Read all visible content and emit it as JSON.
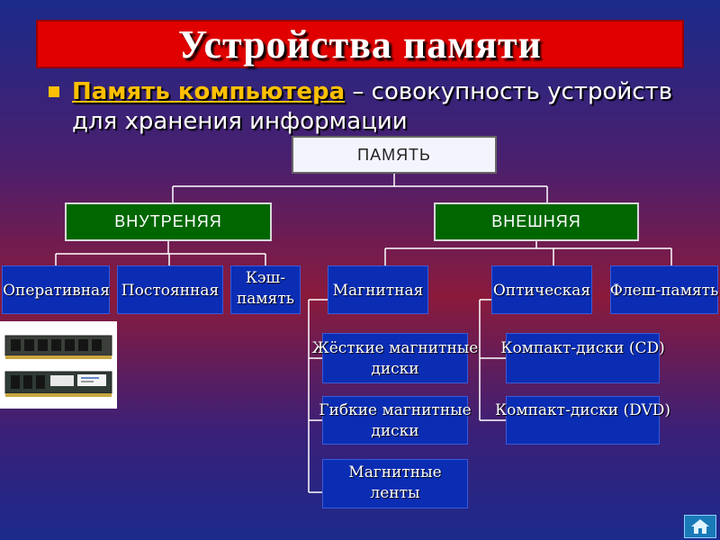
{
  "slide": {
    "title": "Устройства памяти",
    "definition_term": "Память компьютера",
    "definition_rest": " – совокупность устройств для хранения информации"
  },
  "diagram": {
    "root": "ПАМЯТЬ",
    "internal": {
      "label": "ВНУТРЕНЯЯ",
      "children": [
        "Оперативная",
        "Постоянная",
        "Кэш-память"
      ]
    },
    "external": {
      "label": "ВНЕШНЯЯ",
      "children": [
        "Магнитная",
        "Оптическая",
        "Флеш-память"
      ],
      "magnetic": [
        "Жёсткие магнитные диски",
        "Гибкие магнитные диски",
        "Магнитные ленты"
      ],
      "optical": [
        "Компакт-диски (CD)",
        "Компакт-диски (DVD)"
      ]
    }
  },
  "colors": {
    "title_bg": "#e00000",
    "category_bg": "#006600",
    "leaf_bg": "#0a2db4",
    "term_color": "#ffc000"
  },
  "icons": [
    "ram-modules-photo",
    "home-icon"
  ]
}
